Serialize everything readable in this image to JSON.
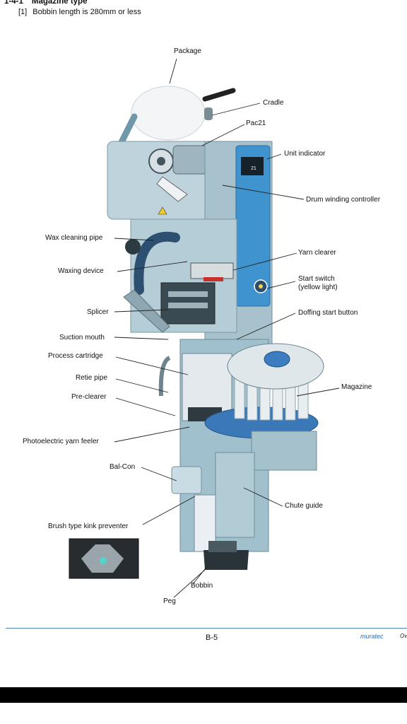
{
  "header": {
    "section_number": "1-4-1",
    "section_title": "Magazine type",
    "item_index": "[1]",
    "item_text": "Bobbin length is 280mm or less"
  },
  "labels": {
    "package": "Package",
    "cradle": "Cradle",
    "pac21": "Pac21",
    "unit_indicator": "Unit indicator",
    "drum_winding_controller": "Drum winding controller",
    "wax_cleaning_pipe": "Wax cleaning pipe",
    "yarn_clearer": "Yarn clearer",
    "waxing_device": "Waxing device",
    "start_switch_line1": "Start switch",
    "start_switch_line2": "(yellow light)",
    "splicer": "Splicer",
    "doffing_start_button": "Doffing start button",
    "suction_mouth": "Suction mouth",
    "process_cartridge": "Process cartridge",
    "retie_pipe": "Retie pipe",
    "magazine": "Magazine",
    "pre_clearer": "Pre-clearer",
    "photoelectric_yarn_feeler": "Photoelectric yarn feeler",
    "bal_con": "Bal-Con",
    "chute_guide": "Chute guide",
    "brush_type_kink_preventer": "Brush type kink preventer",
    "bobbin": "Bobbin",
    "peg": "Peg"
  },
  "machine": {
    "unit_number": "21",
    "body_color": "#aac7d3",
    "panel_color": "#3f93cf",
    "magazine_ring_color": "#3a78b8"
  },
  "footer": {
    "page_number": "B-5",
    "brand": "muratec",
    "brand_tail": "Ov"
  }
}
